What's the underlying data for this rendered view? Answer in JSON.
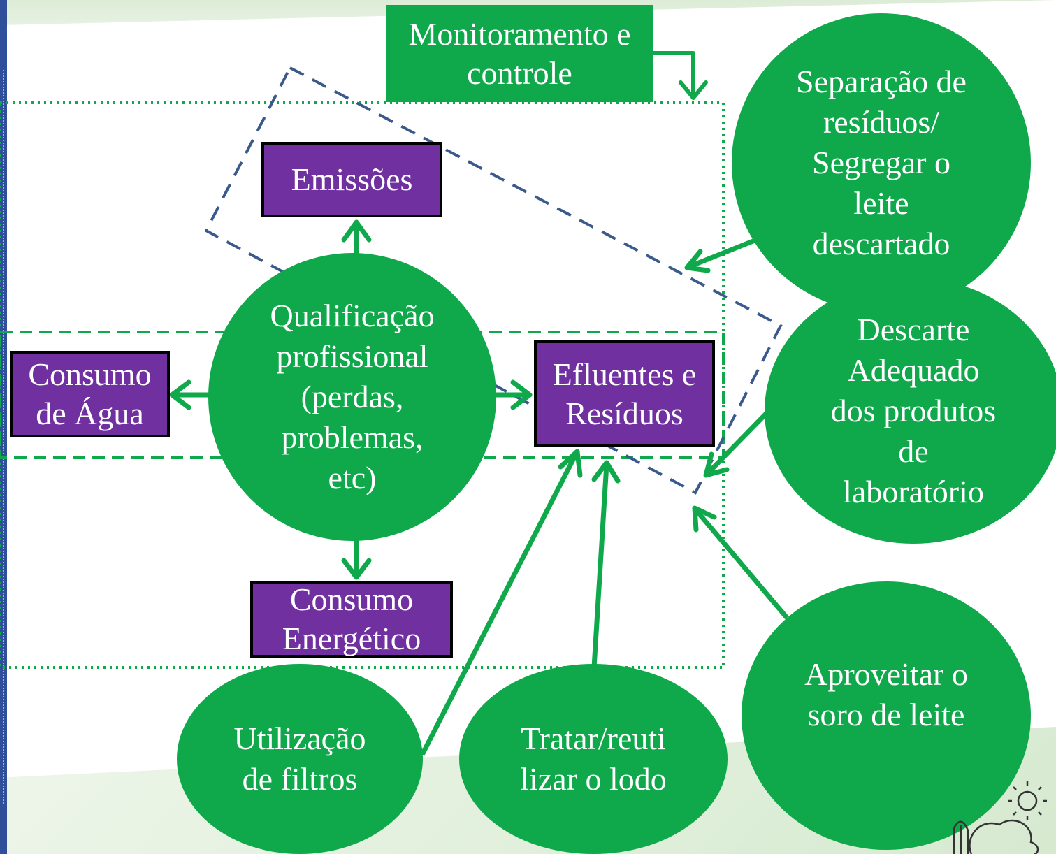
{
  "diagram": {
    "nodes": {
      "monitoramento": "Monitoramento e\ncontrole",
      "emissoes": "Emissões",
      "consumo_agua": "Consumo\nde Água",
      "efluentes": "Efluentes e\nResíduos",
      "consumo_energetico": "Consumo\nEnergético",
      "qualificacao": "Qualificação\nprofissional\n(perdas,\nproblemas,\netc)",
      "separacao": "Separação de\nresíduos/\nSegregar o\nleite\ndescartado",
      "descarte": "Descarte\nAdequado\ndos produtos\nde\nlaboratório",
      "aproveitar": "Aproveitar o\nsoro de leite",
      "filtros": "Utilização\nde filtros",
      "lodo": "Tratar/reuti\nlizar o lodo"
    },
    "colors": {
      "green": "#0fa94b",
      "purple": "#7030a0",
      "dashed_blue": "#3b5a8c",
      "left_bar": "#2f4f9a"
    }
  }
}
